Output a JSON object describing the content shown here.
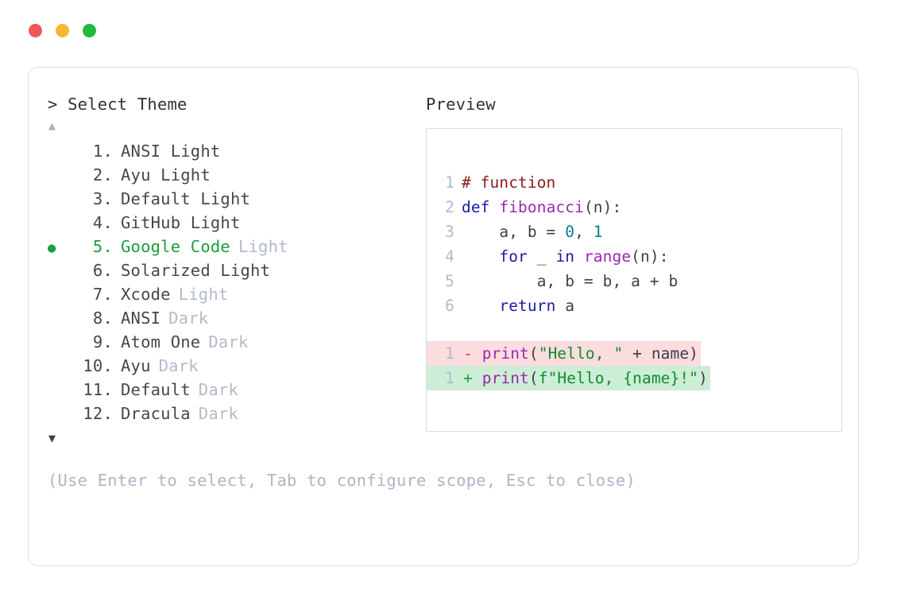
{
  "window": {
    "dots": [
      {
        "name": "close",
        "color": "#f0565a"
      },
      {
        "name": "minimize",
        "color": "#f7b733"
      },
      {
        "name": "maximize",
        "color": "#22bb3d"
      }
    ]
  },
  "selector": {
    "prompt": "> Select Theme",
    "scroll_up_glyph": "▲",
    "scroll_down_glyph": "▼",
    "selected_index": 5,
    "selected_bullet": "●",
    "items": [
      {
        "number": "1.",
        "name": "ANSI Light",
        "mode": "",
        "selected": false
      },
      {
        "number": "2.",
        "name": "Ayu Light",
        "mode": "",
        "selected": false
      },
      {
        "number": "3.",
        "name": "Default Light",
        "mode": "",
        "selected": false
      },
      {
        "number": "4.",
        "name": "GitHub Light",
        "mode": "",
        "selected": false
      },
      {
        "number": "5.",
        "name": "Google Code",
        "mode": "Light",
        "selected": true
      },
      {
        "number": "6.",
        "name": "Solarized Light",
        "mode": "",
        "selected": false
      },
      {
        "number": "7.",
        "name": "Xcode",
        "mode": "Light",
        "selected": false
      },
      {
        "number": "8.",
        "name": "ANSI",
        "mode": "Dark",
        "selected": false
      },
      {
        "number": "9.",
        "name": "Atom One",
        "mode": "Dark",
        "selected": false
      },
      {
        "number": "10.",
        "name": "Ayu",
        "mode": "Dark",
        "selected": false
      },
      {
        "number": "11.",
        "name": "Default",
        "mode": "Dark",
        "selected": false
      },
      {
        "number": "12.",
        "name": "Dracula",
        "mode": "Dark",
        "selected": false
      }
    ],
    "hint": "(Use Enter to select, Tab to configure scope, Esc to close)"
  },
  "preview": {
    "label": "Preview",
    "code_lines": [
      {
        "ln": "1",
        "tokens": [
          {
            "t": "# function",
            "c": "comment"
          }
        ]
      },
      {
        "ln": "2",
        "tokens": [
          {
            "t": "def ",
            "c": "kw"
          },
          {
            "t": "fibonacci",
            "c": "fn"
          },
          {
            "t": "(n):",
            "c": "punct"
          }
        ]
      },
      {
        "ln": "3",
        "tokens": [
          {
            "t": "    a, b = ",
            "c": "plain"
          },
          {
            "t": "0",
            "c": "num"
          },
          {
            "t": ", ",
            "c": "plain"
          },
          {
            "t": "1",
            "c": "num"
          }
        ]
      },
      {
        "ln": "4",
        "tokens": [
          {
            "t": "    ",
            "c": "plain"
          },
          {
            "t": "for",
            "c": "kw"
          },
          {
            "t": " _ ",
            "c": "plain"
          },
          {
            "t": "in",
            "c": "kw"
          },
          {
            "t": " ",
            "c": "plain"
          },
          {
            "t": "range",
            "c": "fn"
          },
          {
            "t": "(n):",
            "c": "punct"
          }
        ]
      },
      {
        "ln": "5",
        "tokens": [
          {
            "t": "        a, b = b, a + b",
            "c": "plain"
          }
        ]
      },
      {
        "ln": "6",
        "tokens": [
          {
            "t": "    ",
            "c": "plain"
          },
          {
            "t": "return",
            "c": "kw"
          },
          {
            "t": " a",
            "c": "plain"
          }
        ]
      }
    ],
    "diff_lines": [
      {
        "ln": "1",
        "kind": "del",
        "sign": "-",
        "tokens": [
          {
            "t": "print",
            "c": "fn"
          },
          {
            "t": "(",
            "c": "punct"
          },
          {
            "t": "\"Hello, \"",
            "c": "str"
          },
          {
            "t": " + name)",
            "c": "plain"
          }
        ]
      },
      {
        "ln": "1",
        "kind": "add",
        "sign": "+",
        "tokens": [
          {
            "t": "print",
            "c": "fn"
          },
          {
            "t": "(",
            "c": "punct"
          },
          {
            "t": "f\"Hello, {name}!\"",
            "c": "str"
          },
          {
            "t": ")",
            "c": "punct"
          }
        ]
      }
    ]
  },
  "colors": {
    "accent_green": "#1e9e3e",
    "muted": "#b3bac9",
    "text": "#44474f",
    "comment": "#8b1a1a",
    "keyword": "#1a1aa6",
    "function": "#9c27b0",
    "number": "#0e7c86",
    "string": "#118c2e",
    "diff_del_bg": "#fbdcdf",
    "diff_add_bg": "#cdeed6",
    "border": "#dcdfe5"
  }
}
